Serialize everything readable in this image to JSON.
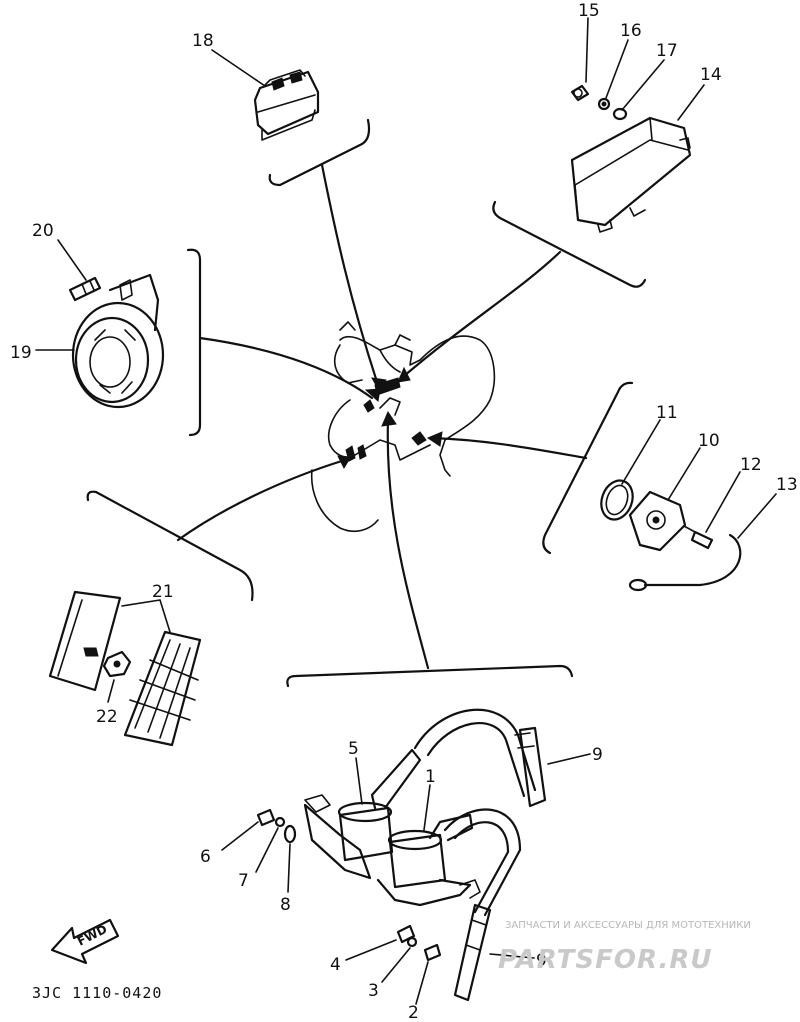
{
  "diagram": {
    "part_labels": {
      "p1": "1",
      "p2": "2",
      "p3": "3",
      "p4": "4",
      "p5": "5",
      "p6": "6",
      "p7": "7",
      "p8": "8",
      "p9a": "9",
      "p9b": "9",
      "p10": "10",
      "p11": "11",
      "p12": "12",
      "p13": "13",
      "p14": "14",
      "p15": "15",
      "p16": "16",
      "p17": "17",
      "p18": "18",
      "p19": "19",
      "p20": "20",
      "p21": "21",
      "p22": "22"
    },
    "fwd_label": "FWD",
    "drawing_code": "3JC 1110-0420"
  },
  "watermark": {
    "subtitle": "ЗАПЧАСТИ И АКСЕССУАРЫ ДЛЯ МОТОТЕХНИКИ",
    "brand": "PARTSFOR.RU"
  }
}
